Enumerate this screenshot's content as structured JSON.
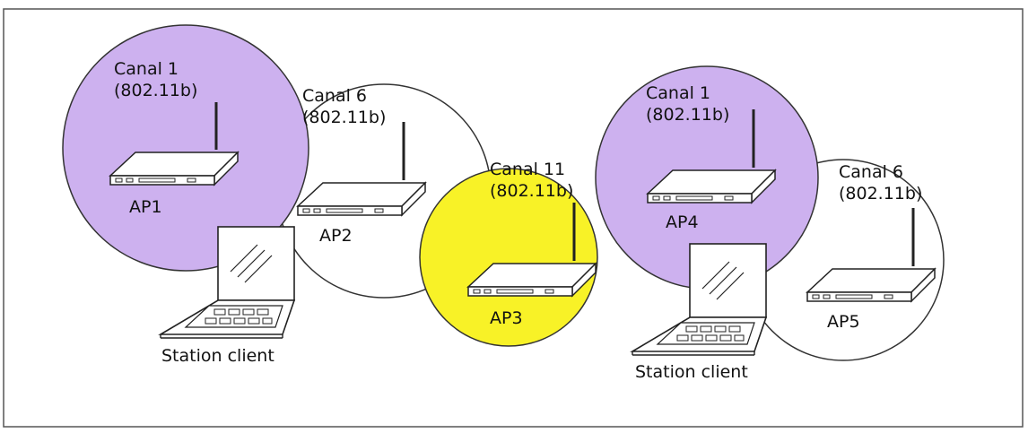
{
  "colors": {
    "frame": "#555555",
    "purple_zone": "#cdb1ef",
    "yellow_zone": "#f8f227",
    "white_zone": "#ffffff",
    "outline": "#333333"
  },
  "zones": [
    {
      "id": "zone-1",
      "channel": "Canal 1",
      "standard": "(802.11b)",
      "fill": "purple",
      "ap_label": "AP1"
    },
    {
      "id": "zone-2",
      "channel": "Canal 6",
      "standard": "(802.11b)",
      "fill": "white",
      "ap_label": "AP2"
    },
    {
      "id": "zone-3",
      "channel": "Canal 11",
      "standard": "(802.11b)",
      "fill": "yellow",
      "ap_label": "AP3"
    },
    {
      "id": "zone-4",
      "channel": "Canal 1",
      "standard": "(802.11b)",
      "fill": "purple",
      "ap_label": "AP4"
    },
    {
      "id": "zone-5",
      "channel": "Canal 6",
      "standard": "(802.11b)",
      "fill": "white",
      "ap_label": "AP5"
    }
  ],
  "clients": [
    {
      "id": "client-1",
      "label": "Station client"
    },
    {
      "id": "client-2",
      "label": "Station client"
    }
  ]
}
